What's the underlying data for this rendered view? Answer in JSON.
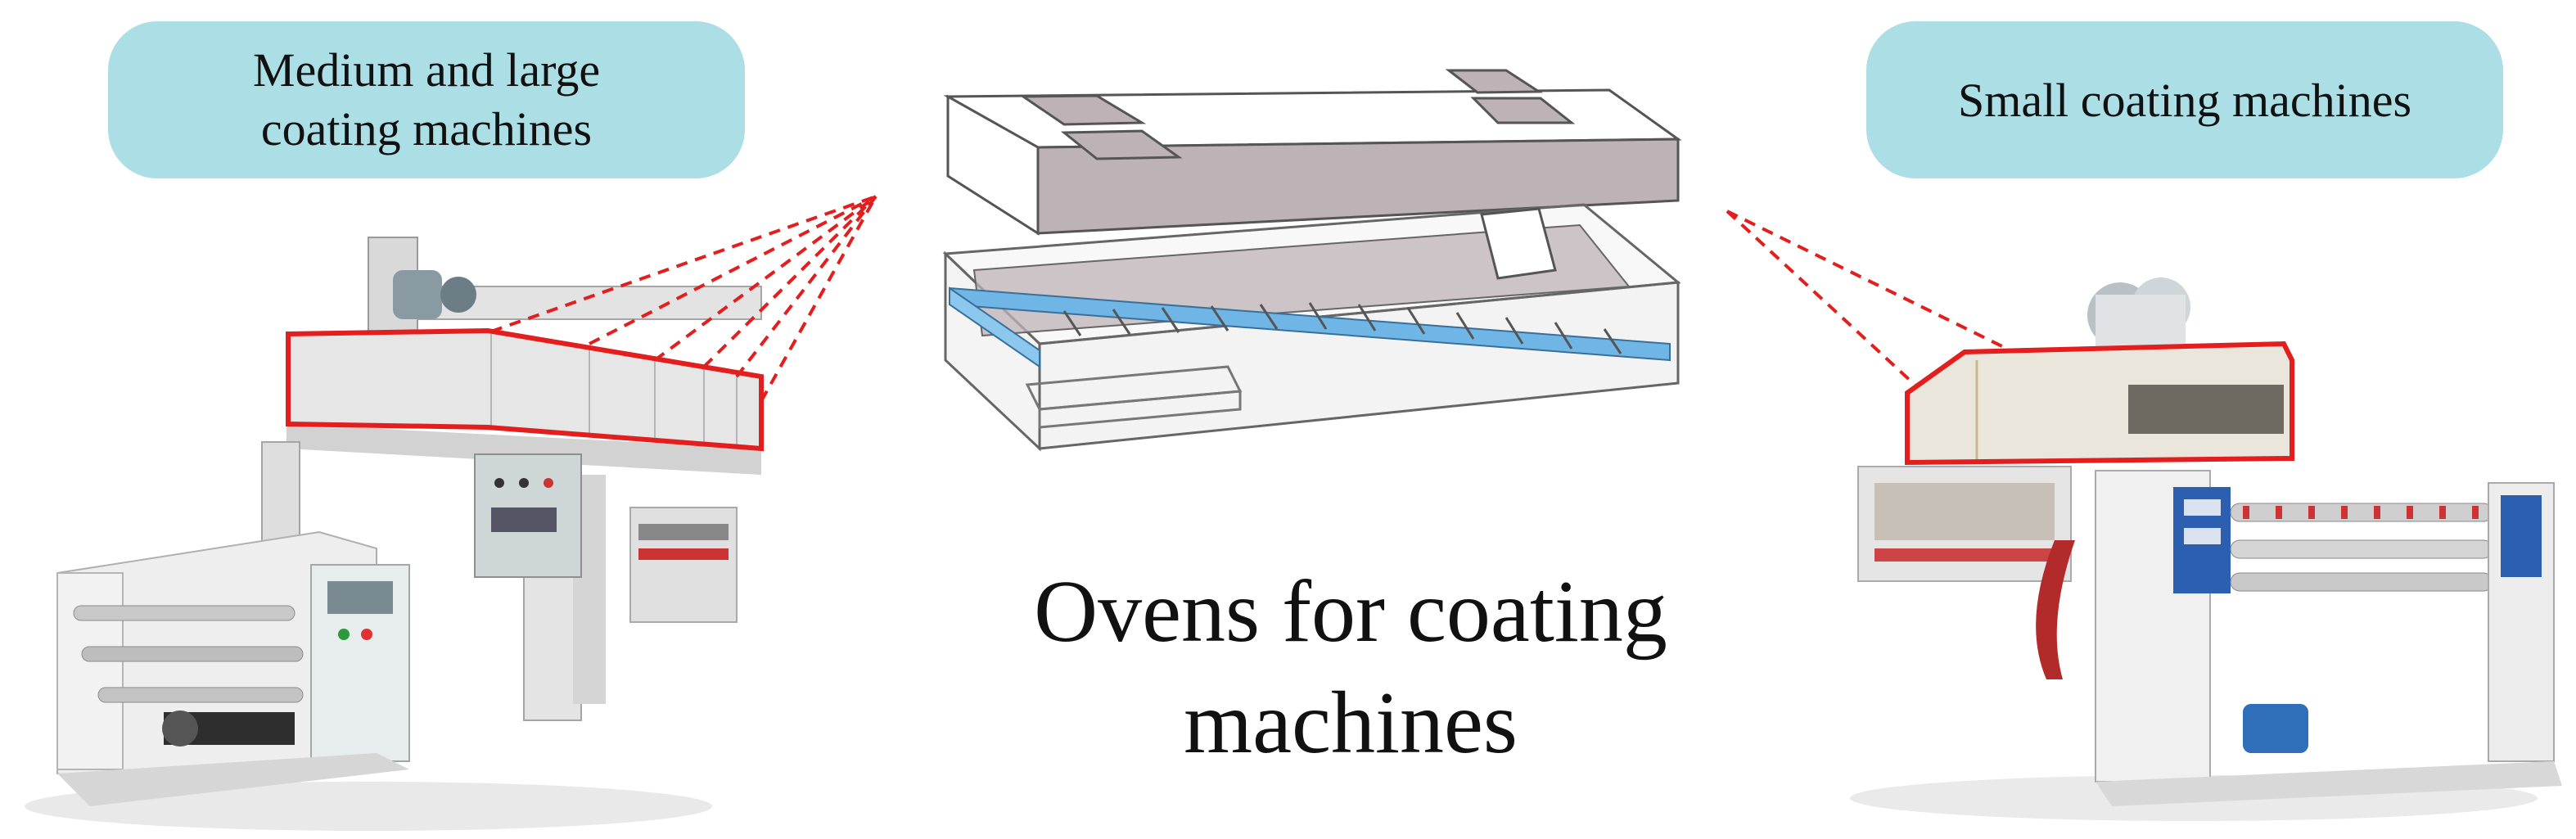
{
  "labels": {
    "large_machines_line1": "Medium and large",
    "large_machines_line2": "coating machines",
    "small_machines": "Small coating machines",
    "caption_line1": "Ovens for coating",
    "caption_line2": "machines"
  },
  "colors": {
    "pill_fill": "#acdee5",
    "highlight_red": "#e21e1e",
    "oven_gray": "#bdb3b6",
    "oven_blue": "#6fb6e6",
    "machine_gray": "#e8e8e8"
  }
}
